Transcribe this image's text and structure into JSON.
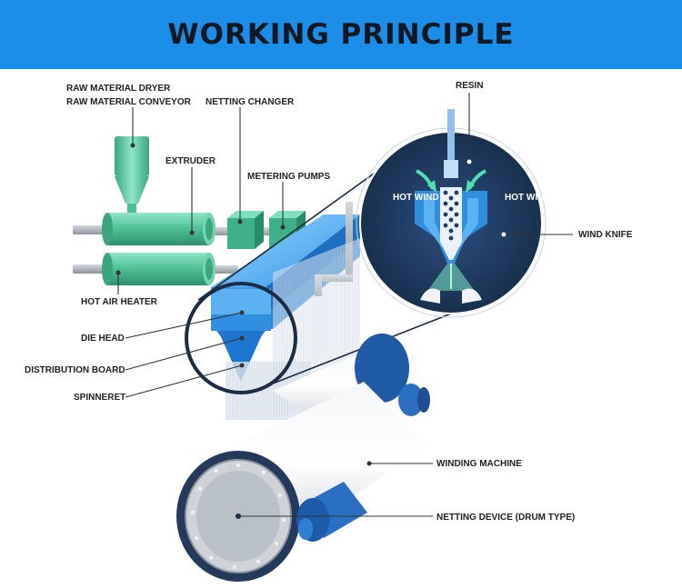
{
  "title": "WORKING PRINCIPLE",
  "labels": {
    "raw_material_dryer": "RAW MATERIAL DRYER",
    "raw_material_conveyor": "RAW MATERIAL CONVEYOR",
    "netting_changer": "NETTING CHANGER",
    "extruder": "EXTRUDER",
    "metering_pumps": "METERING PUMPS",
    "hot_air_heater": "HOT AIR HEATER",
    "die_head": "DIE HEAD",
    "distribution_board": "DISTRIBUTION BOARD",
    "spinneret": "SPINNERET",
    "resin": "RESIN",
    "hot_wind_left": "HOT WIND",
    "hot_wind_right": "HOT WIND",
    "wind_knife": "WIND KNIFE",
    "winding_machine": "WINDING MACHINE",
    "netting_device": "NETTING DEVICE (DRUM TYPE)"
  },
  "colors": {
    "banner": "#1a8ee8",
    "machine_green": "#5cc9a0",
    "die_blue": "#2c8fdc",
    "circle_navy": "#1f3b66",
    "drum_gray": "#cfd3d8"
  }
}
